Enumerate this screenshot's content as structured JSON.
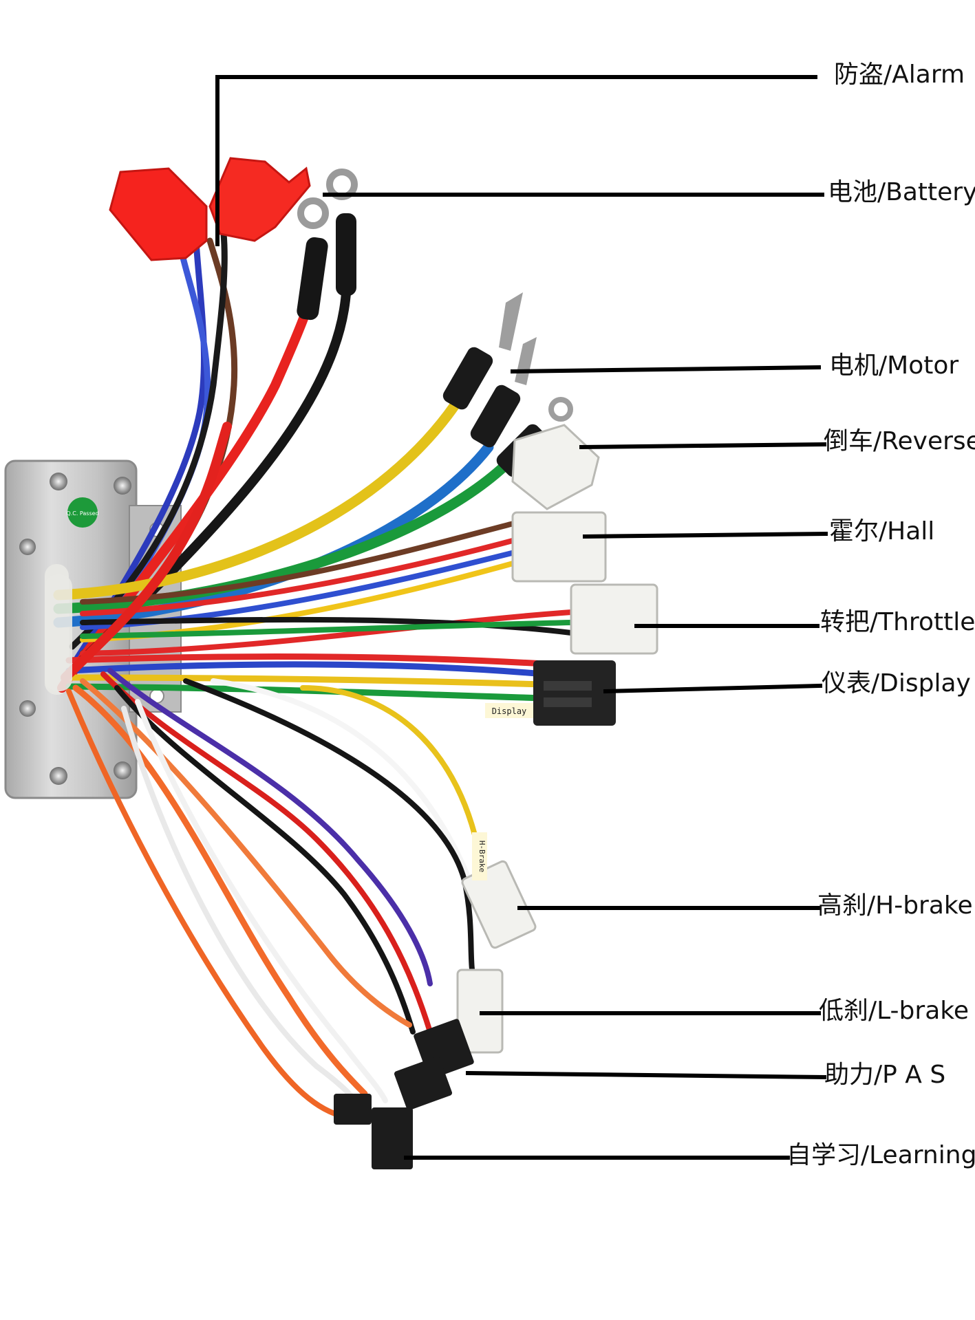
{
  "labels": {
    "alarm": "防盗/Alarm",
    "battery": "电池/Battery",
    "motor": "电机/Motor",
    "reverse": "倒车/Reverse",
    "hall": "霍尔/Hall",
    "throttle": "转把/Throttle",
    "display": "仪表/Display",
    "h_brake": "高刹/H-brake",
    "l_brake": "低刹/L-brake",
    "pas": "助力/P A S",
    "learning": "自学习/Learning"
  },
  "controller": {
    "qc_sticker": "Q.C. Passed"
  },
  "wire_tags": {
    "display": "Display",
    "h_brake": "H-Brake"
  },
  "colors": {
    "red_connector": "#ff2a22",
    "white_connector": "#f2f2ee",
    "black_connector": "#1e1e1e",
    "housing": "#c9c9c9",
    "sticker": "#1d9a3a"
  }
}
